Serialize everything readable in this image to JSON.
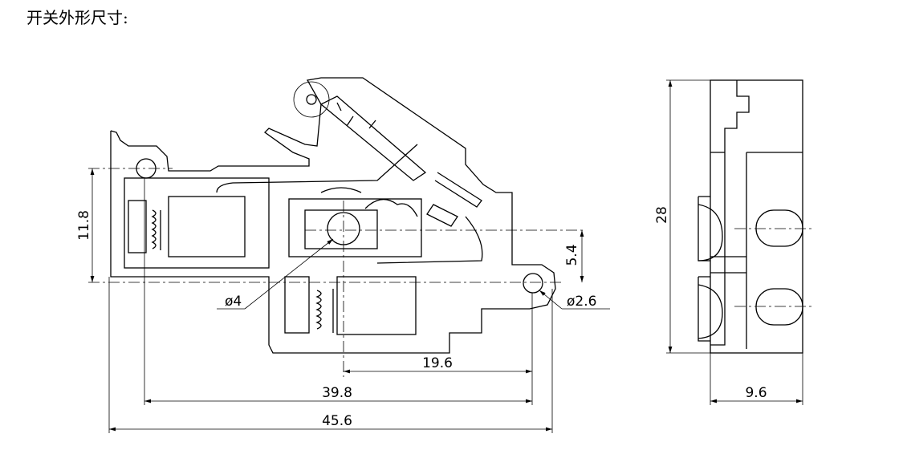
{
  "title": "开关外形尺寸:",
  "dimensions": {
    "height_left": "11.8",
    "offset_right": "5.4",
    "hole_large": "ø4",
    "hole_small": "ø2.6",
    "span_center": "19.6",
    "span_holes": "39.8",
    "overall_length": "45.6",
    "side_height": "28",
    "side_width": "9.6"
  }
}
